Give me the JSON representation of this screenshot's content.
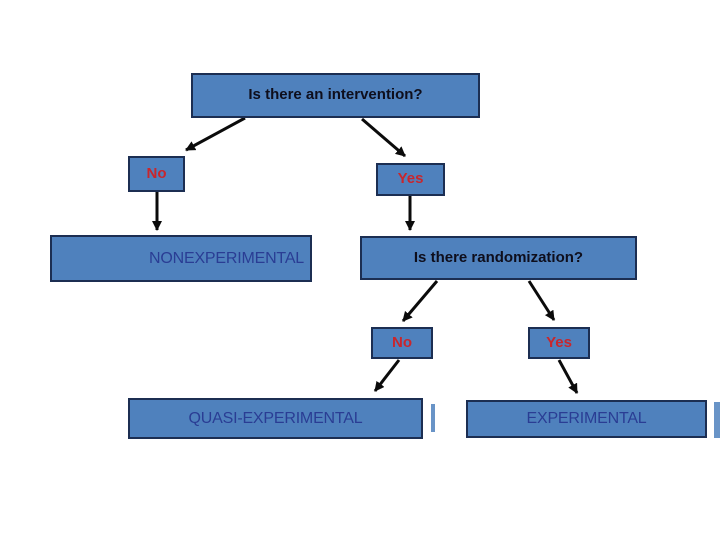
{
  "diagram": {
    "type": "decision-flowchart",
    "nodes": {
      "intervention": {
        "label": "Is there an intervention?",
        "kind": "question"
      },
      "no1": {
        "label": "No",
        "kind": "answer"
      },
      "yes1": {
        "label": "Yes",
        "kind": "answer"
      },
      "nonexperimental": {
        "label": "NONEXPERIMENTAL",
        "kind": "result"
      },
      "randomization": {
        "label": "Is there randomization?",
        "kind": "question"
      },
      "no2": {
        "label": "No",
        "kind": "answer"
      },
      "yes2": {
        "label": "Yes",
        "kind": "answer"
      },
      "quasi": {
        "label": "QUASI-EXPERIMENTAL",
        "kind": "result"
      },
      "experimental": {
        "label": "EXPERIMENTAL",
        "kind": "result"
      }
    },
    "edges": [
      {
        "from": "intervention",
        "to": "no1"
      },
      {
        "from": "intervention",
        "to": "yes1"
      },
      {
        "from": "no1",
        "to": "nonexperimental"
      },
      {
        "from": "yes1",
        "to": "randomization"
      },
      {
        "from": "randomization",
        "to": "no2"
      },
      {
        "from": "randomization",
        "to": "yes2"
      },
      {
        "from": "no2",
        "to": "quasi"
      },
      {
        "from": "yes2",
        "to": "experimental"
      }
    ],
    "colors": {
      "box_fill": "#4f81bd",
      "box_border": "#1c2e52",
      "question_text": "#0e0e1c",
      "answer_text": "#c9262c",
      "result_text": "#2a3d94",
      "arrow": "#0b0b0b",
      "background": "#ffffff"
    }
  }
}
